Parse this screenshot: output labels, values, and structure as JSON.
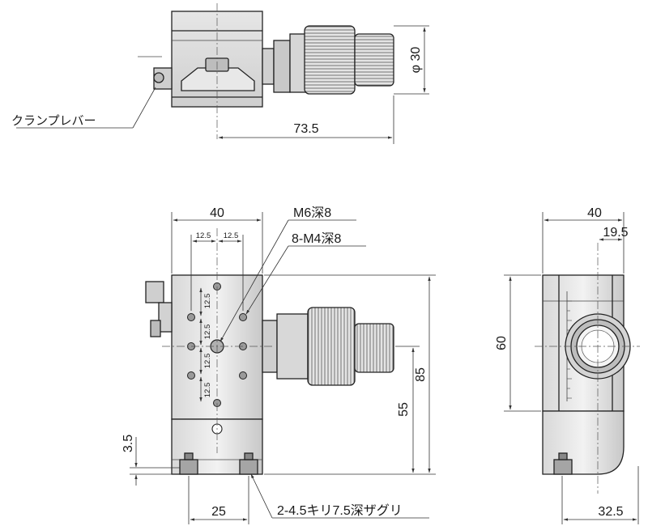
{
  "labels": {
    "clamp_lever": "クランプレバー",
    "dim_phi30": "φ 30",
    "dim_73_5": "73.5",
    "dim_40_front": "40",
    "dim_12_5_a": "12.5",
    "dim_12_5_b": "12.5",
    "dim_12_5_v1": "12.5",
    "dim_12_5_v2": "12.5",
    "dim_12_5_v3": "12.5",
    "dim_12_5_v4": "12.5",
    "m6": "M6深8",
    "m4": "8-M4深8",
    "dim_85": "85",
    "dim_55": "55",
    "dim_3_5": "3.5",
    "dim_25": "25",
    "counterbore": "2-4.5キリ7.5深ザグリ",
    "dim_40_side": "40",
    "dim_19_5": "19.5",
    "dim_60": "60",
    "dim_32_5": "32.5"
  }
}
